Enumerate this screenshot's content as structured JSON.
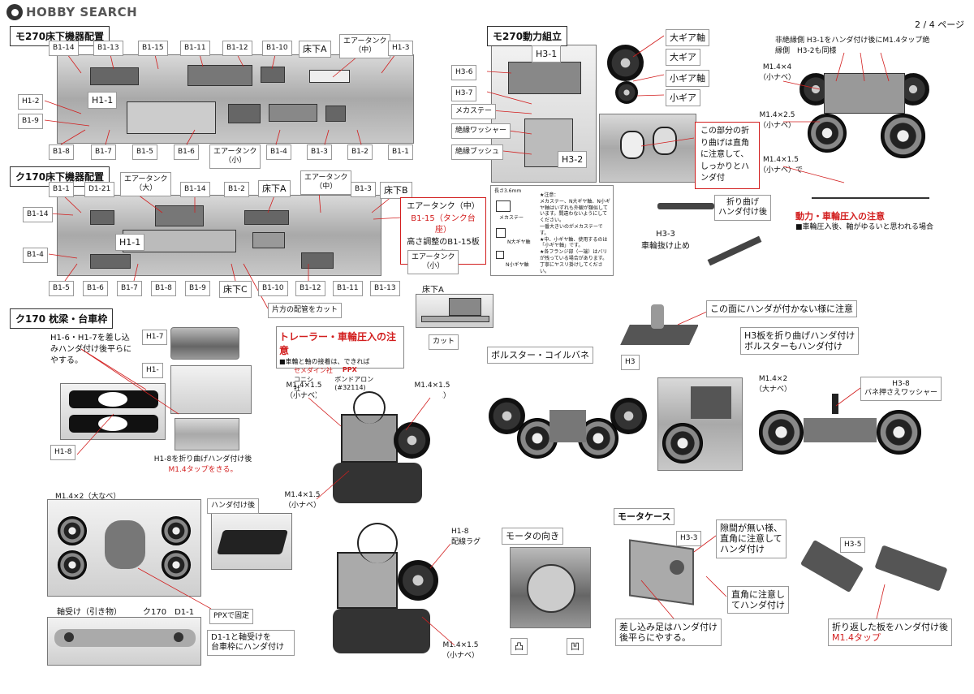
{
  "header": {
    "logo": "HOBBY SEARCH",
    "page": "2 / 4 ページ"
  },
  "s1": {
    "title": "モ270床下機器配置",
    "top": [
      "B1-14",
      "B1-13",
      "B1-15",
      "B1-11",
      "B1-12",
      "B1-10",
      "床下A",
      "エアータンク\n（中）",
      "H1-3"
    ],
    "left": [
      "H1-2",
      "B1-9"
    ],
    "h11": "H1-1",
    "bottom": [
      "B1-8",
      "B1-7",
      "B1-5",
      "B1-6",
      "エアータンク\n（小）",
      "B1-4",
      "B1-3",
      "B1-2",
      "B1-1"
    ]
  },
  "s2": {
    "title": "ク170床下機器配置",
    "top": [
      "B1-1",
      "D1-21",
      "エアータンク\n（大）",
      "B1-14",
      "B1-2",
      "床下A",
      "エアータンク\n（中）",
      "B1-3",
      "床下B"
    ],
    "left": [
      "B1-14",
      "B1-4"
    ],
    "h11": "H1-1",
    "bottom": [
      "B1-5",
      "B1-6",
      "B1-7",
      "B1-8",
      "B1-9",
      "床下C",
      "B1-10",
      "B1-12",
      "B1-11",
      "B1-13"
    ],
    "red_note": [
      "エアータンク（中）",
      "B1-15（タンク台座）",
      "高さ調整のB1-15板を"
    ],
    "air_small": "エアータンク\n（小）",
    "cut_pipe": "片方の配管をカット",
    "underA": "床下A",
    "cut": "カット"
  },
  "s3": {
    "title": "ク170 枕梁・台車枠",
    "instr": "H1-6・H1-7を差し込みハンダ付け後平らにやする。",
    "h17": "H1-7",
    "h1": "H1-",
    "h18": "H1-8",
    "h18_note1": "H1-8を折り曲げハンダ付け後",
    "h18_note2": "M1.4タップをきる。",
    "screw": "M1.4×2（大なべ）",
    "after": "ハンダ付け後",
    "ppx": "PPXで固定",
    "bearing": "軸受け（引き物）",
    "d11": "ク170　D1-1",
    "d11_note": "D1-1と軸受けを\n台車枠にハンダ付け"
  },
  "trailer": {
    "title": "トレーラー・車輪圧入の注意",
    "line1": "■車輪と軸の接着は、できれば",
    "row1a": "セメダイン社",
    "row1b": "PPX",
    "row2a": "コニシ社",
    "row2b": "ボンドアロン(#32114)"
  },
  "motor": {
    "s1": "M1.4×1.5\n（小ナベ）",
    "s2": "M1.4×1.5\n（小ナベ）",
    "s3": "M1.4×1.5\n（小ナベ）",
    "h18lug": "H1-8\n配線ラグ",
    "s4": "M1.4×1.5\n（小ナベ）"
  },
  "s4": {
    "title": "モ270動力組立",
    "h31": "H3-1",
    "h36": "H3-6",
    "h37": "H3-7",
    "stay": "メカステー",
    "washer": "絶縁ワッシャー",
    "bush": "絶縁ブッシュ",
    "h32": "H3-2",
    "gears": [
      "大ギア軸",
      "大ギア",
      "小ギア軸",
      "小ギア"
    ],
    "red_note": "この部分の折り曲げは直角に注意して、しっかりとハンダ付",
    "spec": [
      "長さ3.6mm",
      "★注意：",
      "メカステー、N大ギヤ軸、N小ギヤ軸はいずれも外観が類似しています。間違わないようにしてください。",
      "一番大きいのがメカステーです。",
      "★中、小ギヤ軸、使用するのは「小ギヤ軸」です。",
      "★各フランジ部（一端）はバリが残っている場合があります。",
      "丁寧にヤスリ掛けしてください。"
    ],
    "spec_lbl": [
      "メカステー",
      "N大ギヤ軸",
      "N小ギヤ軸"
    ]
  },
  "s5": {
    "top_note1": "非絶縁側 H3-1をハンダ付け後にM1.4タップ絶",
    "top_note2": "縁側　H3-2も同様",
    "sa": "M1.4×4\n（小ナベ）",
    "sb": "M1.4×2.5\n（小ナベ）",
    "sc": "M1.4×1.5\n（小ナベ）で",
    "bend": "折り曲げ\nハンダ付け後",
    "h33": "H3-3\n車輪抜け止め",
    "warn_title": "動力・車輪圧入の注意",
    "warn": "■車輪圧入後、軸がゆるいと思われる場合"
  },
  "s6": {
    "note1": "この面にハンダが付かない様に注意",
    "note2": "H3板を折り曲げハンダ付け\nボルスターもハンダ付け",
    "h3": "H3",
    "title": "ボルスター・コイルバネ",
    "screw": "M1.4×2\n（大ナベ）",
    "h38": "H3-8\nバネ押さえワッシャー"
  },
  "s7": {
    "motor_dir": "モータの向き",
    "convex": "凸",
    "concave": "凹",
    "case": "モータケース",
    "h33": "H3-3",
    "n1": "隙間が無い様、\n直角に注意して\nハンダ付け",
    "n2": "差し込み足はハンダ付け\n後平らにやする。",
    "h35": "H3-5",
    "n3": "直角に注意し\nてハンダ付け",
    "n4a": "折り返した板をハンダ付け後",
    "n4b": "M1.4タップ"
  }
}
